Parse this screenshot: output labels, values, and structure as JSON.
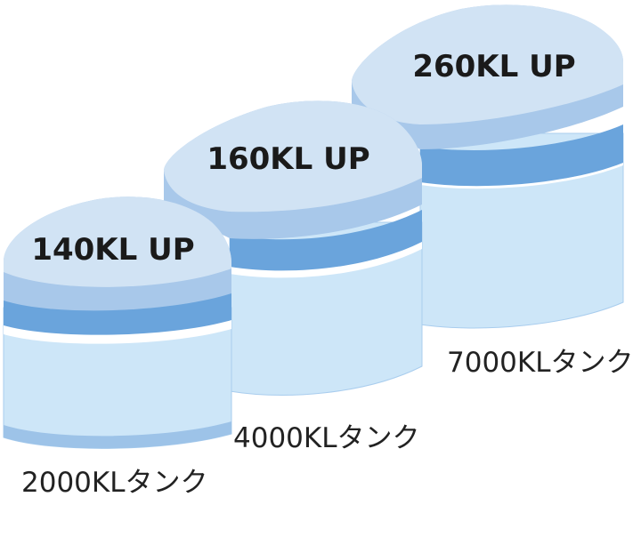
{
  "palette": {
    "body": "#cde6f8",
    "body_edge": "#a9cdee",
    "base_shadow": "#9dc3e8",
    "band_white": "#ffffff",
    "band_dark": "#6aa4dc",
    "lid_side": "#a8c8ea",
    "lid_top": "#d1e3f4"
  },
  "tanks": [
    {
      "capacity_label": "2000KLタンク",
      "upgrade_label": "140KL UP"
    },
    {
      "capacity_label": "4000KLタンク",
      "upgrade_label": "160KL UP"
    },
    {
      "capacity_label": "7000KLタンク",
      "upgrade_label": "260KL UP"
    }
  ]
}
